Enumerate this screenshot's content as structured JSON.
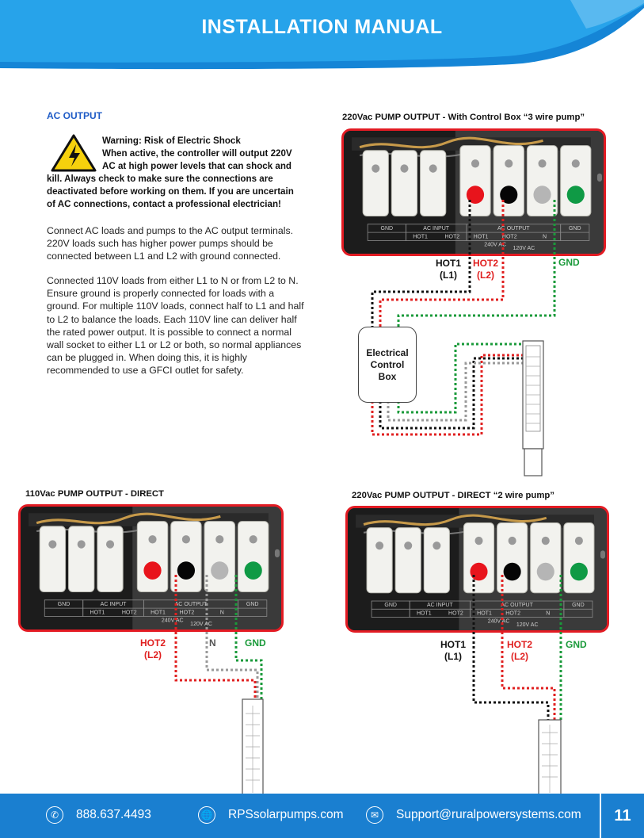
{
  "header": {
    "title": "INSTALLATION MANUAL"
  },
  "section": {
    "title": "AC OUTPUT",
    "warning_lines": [
      "Warning: Risk of Electric Shock",
      "When active, the controller will output 220V",
      "AC at high power levels that can shock and",
      "kill. Always check to make sure the connections are",
      "deactivated before working on them. If you are uncertain",
      "of AC connections, contact a professional electrician!"
    ],
    "paragraph1": [
      "Connect AC loads and pumps to the AC output terminals.",
      "220V loads such has higher power pumps should be",
      "connected between L1 and L2 with ground connected."
    ],
    "paragraph2": [
      "Connected 110V loads from either L1 to N or from L2 to N.",
      "Ensure ground is properly connected for loads with a",
      "ground. For multiple 110V loads, connect half to L1 and half",
      "to L2 to balance the loads. Each 110V line can deliver half",
      "the rated power output. It is possible to connect a normal",
      "wall socket to either L1 or L2 or both, so normal appliances",
      "can be plugged in. When doing this, it is highly",
      "recommended to use a GFCI outlet for safety."
    ]
  },
  "diagrams": {
    "three_wire": {
      "title": "220Vac PUMP OUTPUT - With Control Box  “3 wire pump”",
      "box_lines": [
        "Electrical",
        "Control",
        "Box"
      ]
    },
    "direct_110": {
      "title": "110Vac PUMP OUTPUT - DIRECT"
    },
    "two_wire": {
      "title": "220Vac PUMP OUTPUT - DIRECT  “2 wire pump”"
    }
  },
  "panel_labels": {
    "gnd": "GND",
    "ac_input": "AC INPUT",
    "ac_output": "AC OUTPUT",
    "hot1": "HOT1",
    "hot2": "HOT2",
    "n": "N",
    "v240": "240V AC",
    "v120": "120V AC"
  },
  "wire_labels": {
    "hot1": "HOT1",
    "l1": "(L1)",
    "hot2": "HOT2",
    "l2": "(L2)",
    "n": "N",
    "gnd": "GND"
  },
  "footer": {
    "phone": "888.637.4493",
    "website": "RPSsolarpumps.com",
    "email": "Support@ruralpowersystems.com",
    "page_number": "11"
  },
  "colors": {
    "brand_blue": "#1a7fd0",
    "accent_blue": "#1e5bc6",
    "frame_red": "#e31b23",
    "hot1": "#111111",
    "hot2": "#e02020",
    "neutral": "#9a9a9a",
    "ground": "#1a9a3a"
  },
  "icons": {
    "warning": "warning-triangle-icon",
    "phone": "phone-icon",
    "web": "globe-icon",
    "email": "email-icon"
  }
}
